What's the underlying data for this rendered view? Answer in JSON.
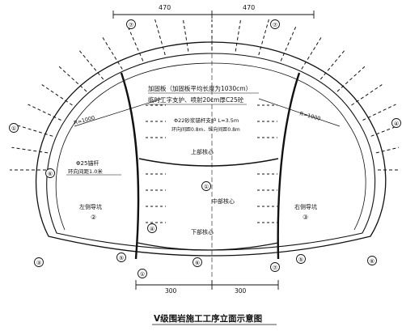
{
  "dimensions": {
    "top_left": "470",
    "top_right": "470",
    "bottom_left": "300",
    "bottom_right": "300"
  },
  "radius_left": "R=1000",
  "radius_right": "R=1000",
  "annotation_1": "加固板（加固板平均长度为1030cm）",
  "annotation_2": "临时工字支护、喷射20cm厚C25砼",
  "annotation_3": "Φ22砂浆锚杆支护 L=3.5m",
  "annotation_4": "环向间距0.8m、纵向间距0.8m",
  "annotation_5": "Φ25锚杆",
  "annotation_6": "环向间距1.0米",
  "zone_upper_core": "上部核心",
  "zone_middle": "中部核心",
  "zone_lower_core": "下部核心",
  "zone_left_heading": "左侧导坑",
  "zone_right_heading": "右侧导坑",
  "zone_left_number": "②",
  "zone_right_number": "③",
  "callouts": [
    "⑦",
    "⑦",
    "①",
    "⑥",
    "③",
    "④",
    "⑤",
    "①",
    "⑥",
    "⑦",
    "⑤",
    "⑥",
    "①",
    "④"
  ],
  "caption": "V级围岩施工工序立面示意图",
  "colors": {
    "line": "#111111",
    "background": "#ffffff"
  }
}
